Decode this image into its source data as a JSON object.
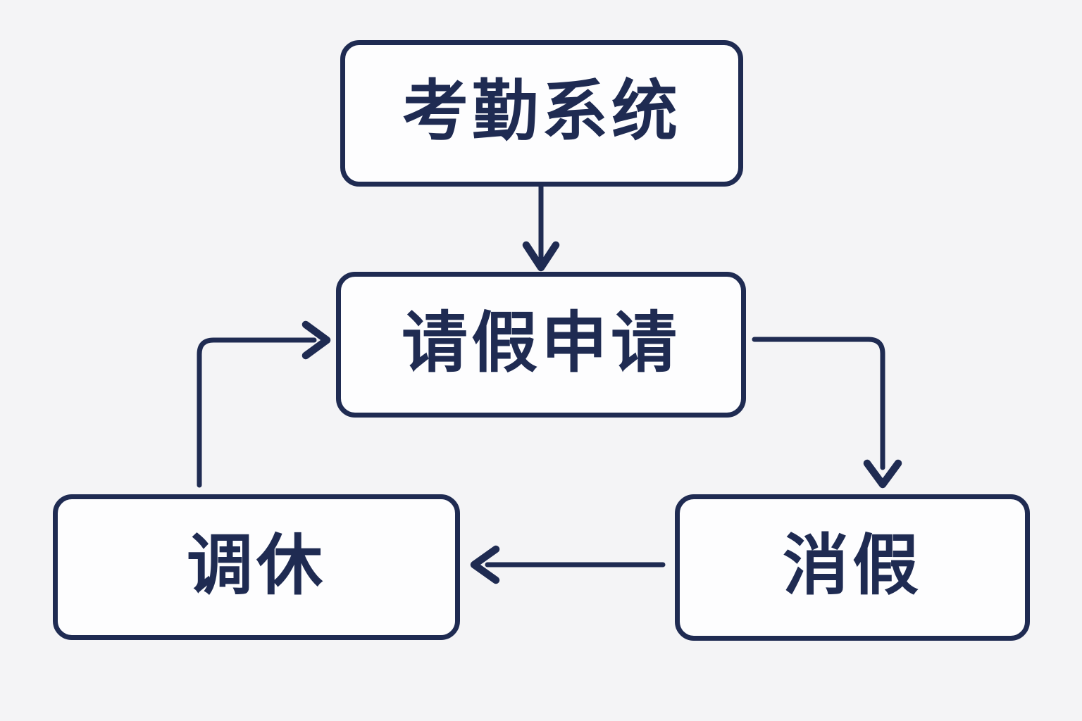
{
  "diagram": {
    "type": "flowchart",
    "colors": {
      "ink": "#1f2b52",
      "background": "#f4f4f6",
      "node_fill": "#fdfdfe"
    },
    "nodes": [
      {
        "id": "attendance-system",
        "label": "考勤系统"
      },
      {
        "id": "leave-request",
        "label": "请假申请"
      },
      {
        "id": "compensatory-rest",
        "label": "调休"
      },
      {
        "id": "leave-cancellation",
        "label": "消假"
      }
    ],
    "edges": [
      {
        "from": "attendance-system",
        "to": "leave-request",
        "direction": "down"
      },
      {
        "from": "leave-request",
        "to": "leave-cancellation",
        "direction": "right-then-down"
      },
      {
        "from": "leave-cancellation",
        "to": "compensatory-rest",
        "direction": "left"
      },
      {
        "from": "compensatory-rest",
        "to": "leave-request",
        "direction": "up-then-right"
      }
    ]
  }
}
